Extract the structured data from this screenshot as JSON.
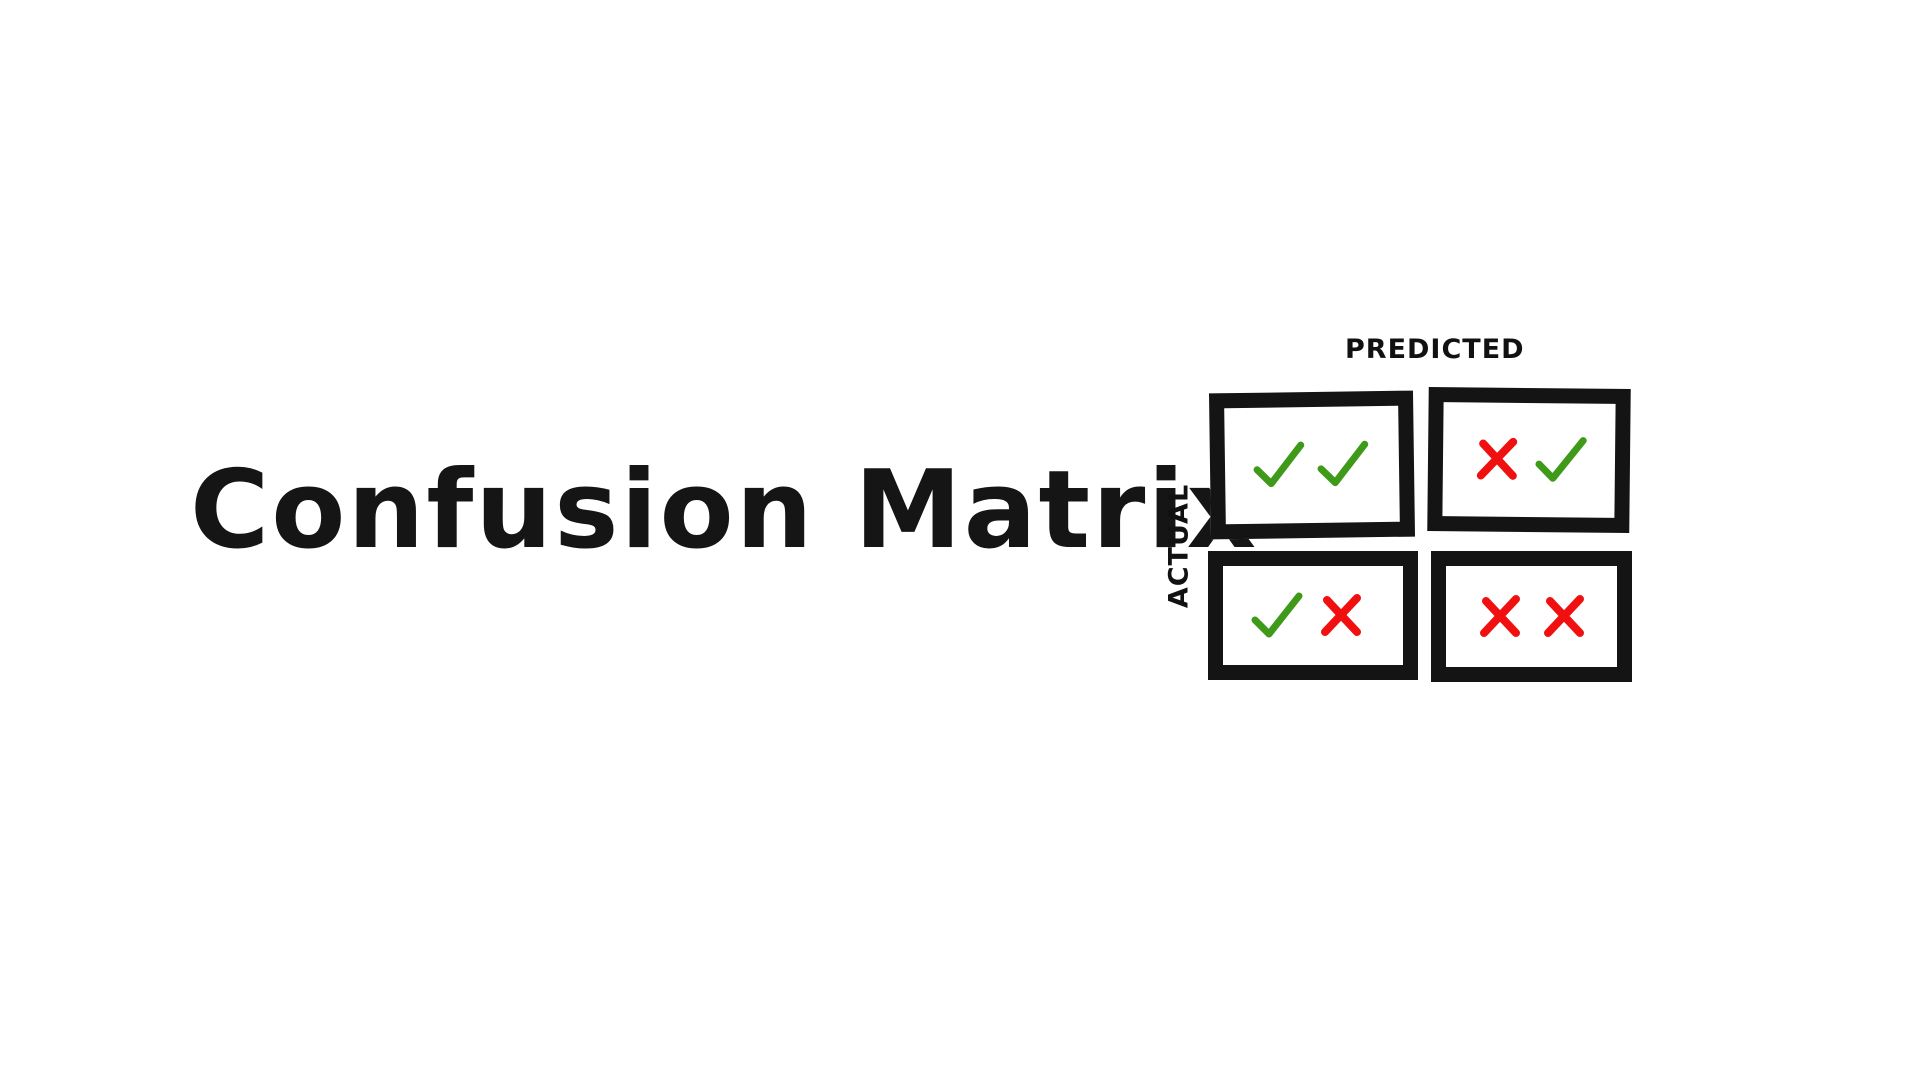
{
  "title": "Confusion Matrix",
  "matrix": {
    "column_label": "PREDICTED",
    "row_label": "ACTUAL",
    "cells": [
      {
        "marks": [
          "check",
          "check"
        ]
      },
      {
        "marks": [
          "cross",
          "check"
        ]
      },
      {
        "marks": [
          "check",
          "cross"
        ]
      },
      {
        "marks": [
          "cross",
          "cross"
        ]
      }
    ]
  },
  "colors": {
    "check": "#3f9a1a",
    "cross": "#f01010",
    "outline": "#141414"
  }
}
